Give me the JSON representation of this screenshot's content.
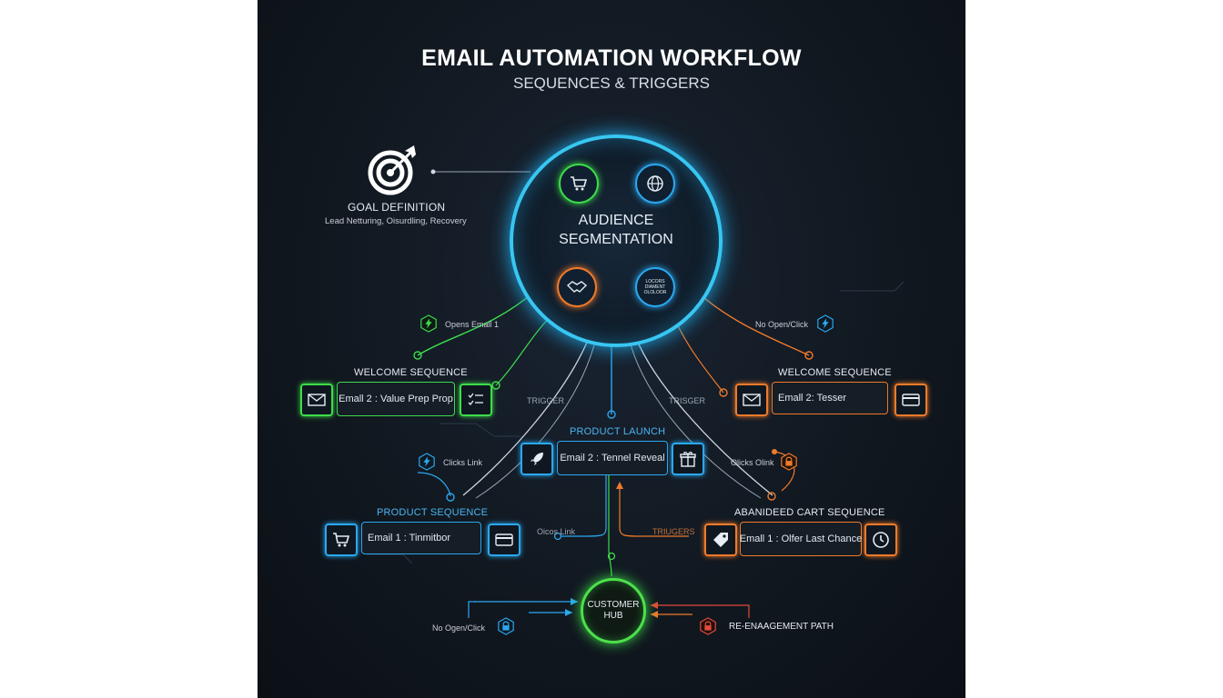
{
  "header": {
    "title": "EMAIL AUTOMATION WORKFLOW",
    "subtitle": "SEQUENCES & TRIGGERS"
  },
  "goal": {
    "title": "GOAL DEFINITION",
    "subtitle": "Lead Netturing, Oisurdling, Recovery",
    "icon": "target-icon"
  },
  "hub": {
    "label_line1": "AUDIENCE",
    "label_line2": "SEGMENTATION",
    "inner_text": "LOCORS DIAMENT OLOLOOR"
  },
  "triggers": {
    "opens_email": "Opens Emall 1",
    "no_open_click_top": "No Open/Click",
    "trigger_left": "TRIGGER",
    "trigger_right": "TRISGER",
    "clicks_link_left": "Clicks Link",
    "clicks_link_right": "Olicks Olink",
    "clicks_link_bottom": "Oicos Link",
    "triggers_bottom": "TRIUGERS",
    "no_open_click_bottom": "No Ogen/Click"
  },
  "sequences": {
    "welcome_left": {
      "title": "WELCOME SEQUENCE",
      "email": "Emall 2 : Value Prep Prop",
      "color": "#3ddc4a"
    },
    "welcome_right": {
      "title": "WELCOME SEQUENCE",
      "email": "Emall 2: Tesser",
      "color": "#f07a2a"
    },
    "launch": {
      "title": "PRODUCT LAUNCH",
      "email": "Email 2 : Tennel Reveal",
      "color": "#2aa8f0"
    },
    "product": {
      "title": "PRODUCT SEQUENCE",
      "email": "Email 1 : Tinmitbor",
      "color": "#2aa8f0"
    },
    "abandoned": {
      "title": "ABANIDEED CART SEQUENCE",
      "email": "Emall 1 : Olfer  Last Chance",
      "color": "#f07a2a"
    }
  },
  "customer_hub": {
    "line1": "CUSTOMER",
    "line2": "HUB",
    "color": "#4de04a"
  },
  "reengagement": {
    "label": "RE-ENAAGEMENT PATH"
  },
  "colors": {
    "green": "#3ddc4a",
    "blue": "#2aa8f0",
    "orange": "#f07a2a",
    "hub": "#38c6f2",
    "background": "#111820"
  }
}
